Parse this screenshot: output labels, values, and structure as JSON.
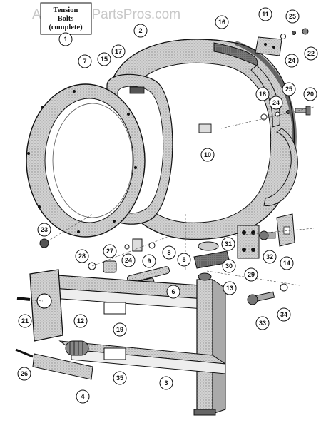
{
  "watermark": "AppliancePartsPros.com",
  "title_box": {
    "line1": "Tension",
    "line2": "Bolts",
    "line3": "(complete)",
    "number": "1"
  },
  "callouts": [
    "2",
    "3",
    "4",
    "5",
    "6",
    "7",
    "8",
    "9",
    "10",
    "11",
    "12",
    "13",
    "14",
    "15",
    "16",
    "17",
    "18",
    "19",
    "20",
    "21",
    "22",
    "23",
    "24",
    "24",
    "24",
    "25",
    "25",
    "26",
    "27",
    "28",
    "29",
    "30",
    "31",
    "32",
    "33",
    "34",
    "35"
  ],
  "colors": {
    "ink": "#111111",
    "shade": "#6b6b6b",
    "light": "#bdbdbd",
    "paper": "#ffffff"
  }
}
